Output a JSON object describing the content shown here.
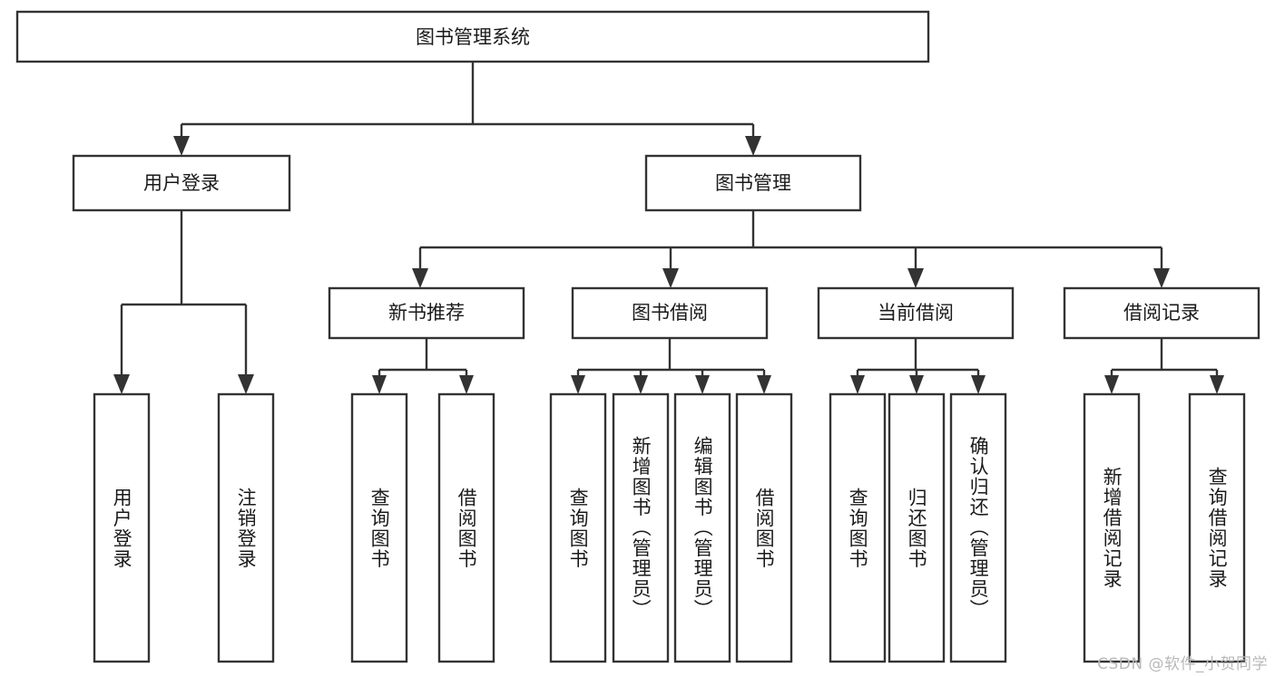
{
  "diagram": {
    "type": "tree-hierarchy",
    "title": "图书管理系统",
    "orientation": "top-down",
    "colors": {
      "box_stroke": "#333333",
      "box_fill": "#ffffff",
      "text": "#1a1a1a",
      "background": "#ffffff",
      "watermark": "#b9b9b9"
    },
    "root": {
      "label": "图书管理系统",
      "children": [
        {
          "label": "用户登录",
          "children": [
            {
              "label": "用户登录"
            },
            {
              "label": "注销登录"
            }
          ]
        },
        {
          "label": "图书管理",
          "children": [
            {
              "label": "新书推荐",
              "children": [
                {
                  "label": "查询图书"
                },
                {
                  "label": "借阅图书"
                }
              ]
            },
            {
              "label": "图书借阅",
              "children": [
                {
                  "label": "查询图书"
                },
                {
                  "label": "新增图书（管理员）"
                },
                {
                  "label": "编辑图书（管理员）"
                },
                {
                  "label": "借阅图书"
                }
              ]
            },
            {
              "label": "当前借阅",
              "children": [
                {
                  "label": "查询图书"
                },
                {
                  "label": "归还图书"
                },
                {
                  "label": "确认归还（管理员）"
                }
              ]
            },
            {
              "label": "借阅记录",
              "children": [
                {
                  "label": "新增借阅记录"
                },
                {
                  "label": "查询借阅记录"
                }
              ]
            }
          ]
        }
      ]
    }
  },
  "nodes": {
    "root": {
      "label": "图书管理系统"
    },
    "l2_user_login": {
      "label": "用户登录"
    },
    "l2_book_manage": {
      "label": "图书管理"
    },
    "l3_new_book_rec": {
      "label": "新书推荐"
    },
    "l3_book_borrow": {
      "label": "图书借阅"
    },
    "l3_current_borrow": {
      "label": "当前借阅"
    },
    "l3_borrow_record": {
      "label": "借阅记录"
    },
    "leaf_user_login": {
      "label": "用户登录"
    },
    "leaf_logout": {
      "label": "注销登录"
    },
    "leaf_rec_query": {
      "label": "查询图书"
    },
    "leaf_rec_borrow": {
      "label": "借阅图书"
    },
    "leaf_bb_query": {
      "label": "查询图书"
    },
    "leaf_bb_add": {
      "label": "新增图书（管理员）"
    },
    "leaf_bb_edit": {
      "label": "编辑图书（管理员）"
    },
    "leaf_bb_borrow": {
      "label": "借阅图书"
    },
    "leaf_cb_query": {
      "label": "查询图书"
    },
    "leaf_cb_return": {
      "label": "归还图书"
    },
    "leaf_cb_confirm": {
      "label": "确认归还（管理员）"
    },
    "leaf_br_add": {
      "label": "新增借阅记录"
    },
    "leaf_br_query": {
      "label": "查询借阅记录"
    }
  },
  "watermark": {
    "text": "CSDN @软件_小贺同学"
  }
}
